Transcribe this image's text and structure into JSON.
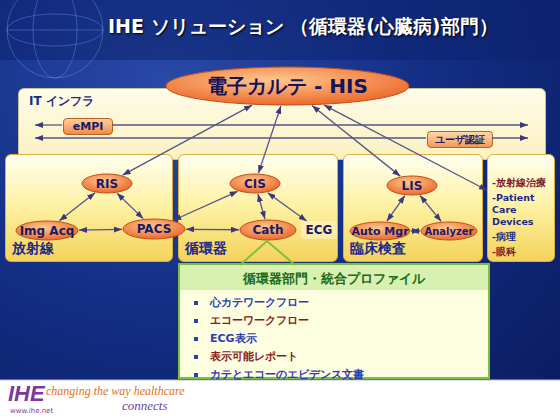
{
  "diagram": {
    "title": "IHE ソリューション （循環器(心臓病)部門）",
    "nodes": [
      {
        "text": [
          "電子カルテ - HIS"
        ]
      },
      {
        "text": [
          "IT インフラ"
        ]
      },
      {
        "text": [
          "eMPI"
        ],
        "in": 1
      },
      {
        "text": [
          "ユーザ認証"
        ],
        "in": 1
      },
      {
        "text": [
          "放射線"
        ]
      },
      {
        "text": [
          "RIS"
        ],
        "in": 4
      },
      {
        "text": [
          "Img Acq"
        ],
        "in": 4
      },
      {
        "text": [
          "PACS"
        ]
      },
      {
        "text": [
          "循環器"
        ]
      },
      {
        "text": [
          "CIS"
        ],
        "in": 8
      },
      {
        "text": [
          "Cath"
        ],
        "in": 8
      },
      {
        "text": [
          "ECG"
        ],
        "in": 8
      },
      {
        "text": [
          "臨床検査"
        ]
      },
      {
        "text": [
          "LIS"
        ],
        "in": 12
      },
      {
        "text": [
          "Auto Mgr"
        ],
        "in": 12
      },
      {
        "text": [
          "Analyzer"
        ],
        "in": 12
      },
      {
        "text": [
          "-放射線治療",
          "-Patient Care Devices",
          "-病理",
          "-眼科"
        ]
      },
      {
        "text": [
          "循環器部門・統合プロファイル",
          "心カテワークフロー",
          "エコーワークフロー",
          "ECG表示",
          "表示可能レポート",
          "カテとエコーのエビデンス文書"
        ]
      }
    ],
    "edges": [
      {
        "from": 0,
        "to": 5,
        "arrow": "both"
      },
      {
        "from": 0,
        "to": 9,
        "arrow": "both"
      },
      {
        "from": 0,
        "to": 13,
        "arrow": "both"
      },
      {
        "from": 0,
        "to": 16,
        "arrow": "both"
      },
      {
        "from": 5,
        "to": 6,
        "arrow": "both"
      },
      {
        "from": 5,
        "to": 7,
        "arrow": "both"
      },
      {
        "from": 6,
        "to": 7,
        "arrow": "both"
      },
      {
        "from": 7,
        "to": 10,
        "arrow": "both"
      },
      {
        "from": 7,
        "to": 9,
        "arrow": "both"
      },
      {
        "from": 9,
        "to": 10,
        "arrow": "both"
      },
      {
        "from": 9,
        "to": 11,
        "arrow": "both"
      },
      {
        "from": 13,
        "to": 14,
        "arrow": "both"
      },
      {
        "from": 13,
        "to": 15,
        "arrow": "both"
      },
      {
        "from": 14,
        "to": 15,
        "arrow": "both"
      }
    ],
    "labels": [
      "IHE",
      "changing the way healthcare",
      "connects",
      "www.ihe.net"
    ]
  }
}
